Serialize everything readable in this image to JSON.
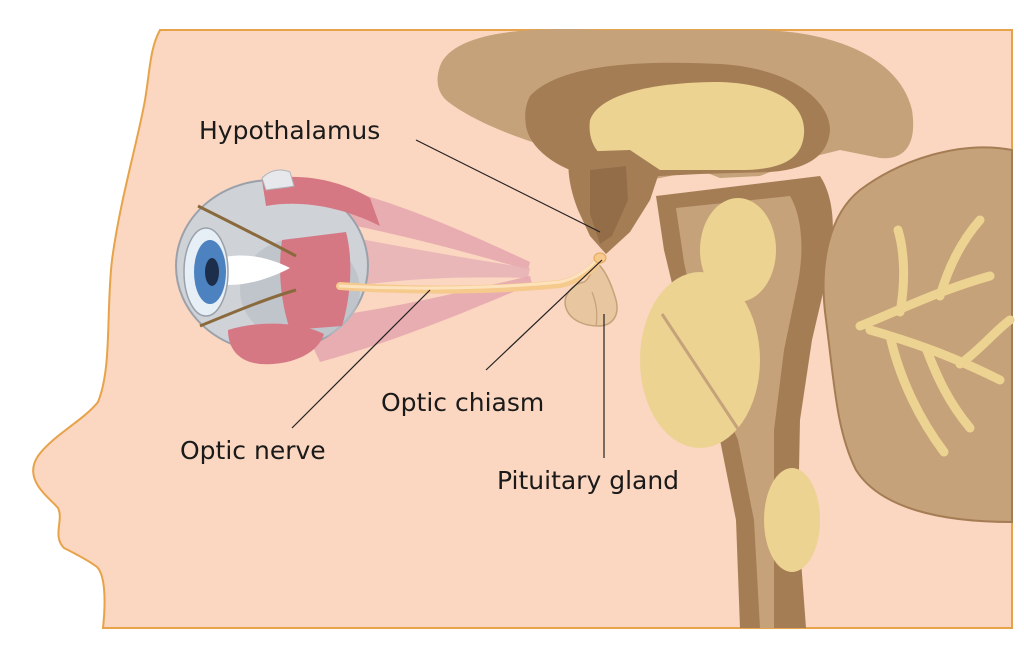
{
  "labels": {
    "hypothalamus": "Hypothalamus",
    "optic_chiasm": "Optic chiasm",
    "optic_nerve": "Optic nerve",
    "pituitary_gland": "Pituitary gland"
  },
  "colors": {
    "skin": "#fbd6c0",
    "skin_outline": "#e7a34a",
    "brain_light": "#c6a27a",
    "brain_dark": "#a57d55",
    "brain_pale": "#ecd391",
    "nerve": "#f6c98d",
    "muscle": "#d57884",
    "eyeball": "#cfd3d8",
    "iris": "#4d82c0"
  }
}
